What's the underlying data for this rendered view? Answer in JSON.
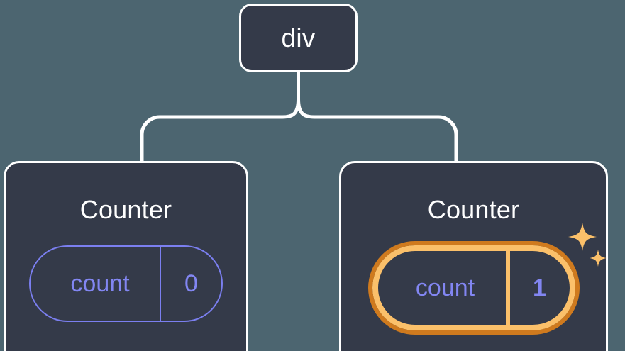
{
  "diagram": {
    "type": "component-tree",
    "background_color": "#4c6570",
    "node_fill_color": "#343a49",
    "node_border_color": "#ffffff",
    "connector_color": "#ffffff",
    "accent_color": "#7b7ff0",
    "highlight_outer_color": "#cf7a1e",
    "highlight_inner_color": "#fbc06a",
    "sparkle_color": "#fbc06a"
  },
  "root": {
    "label": "div"
  },
  "children": [
    {
      "title": "Counter",
      "state": {
        "key": "count",
        "value": "0"
      },
      "highlighted": false
    },
    {
      "title": "Counter",
      "state": {
        "key": "count",
        "value": "1"
      },
      "highlighted": true
    }
  ],
  "icons": {
    "sparkle_large": "sparkle-icon",
    "sparkle_small": "sparkle-icon"
  }
}
